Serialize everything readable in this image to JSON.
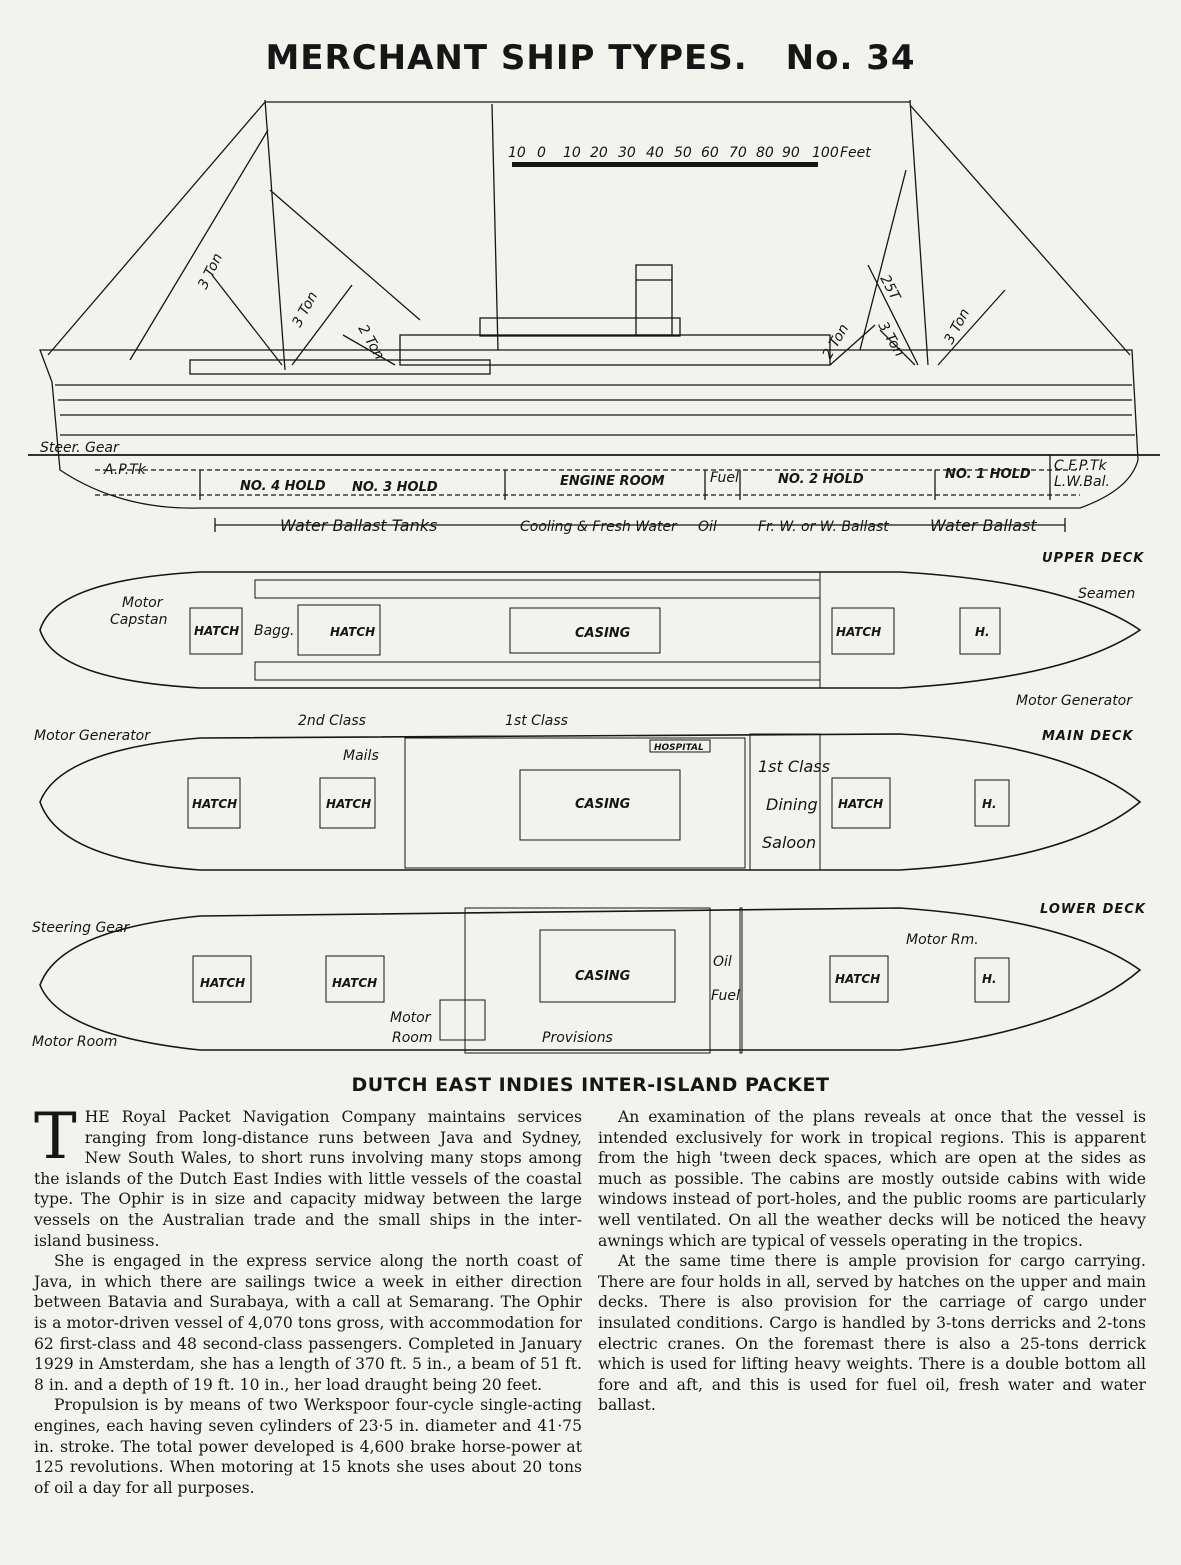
{
  "title": "MERCHANT SHIP TYPES.",
  "number": "No. 34",
  "scale": {
    "ticks": [
      "10",
      "0",
      "10",
      "20",
      "30",
      "40",
      "50",
      "60",
      "70",
      "80",
      "90",
      "100"
    ],
    "unit": "Feet"
  },
  "profile": {
    "derricks": [
      "3 Ton",
      "3 Ton",
      "2 Ton",
      "2 Ton",
      "3 Ton",
      "25T",
      "3 Ton"
    ],
    "labels": {
      "steer_gear": "Steer. Gear",
      "apt": "A.P.Tk",
      "hold4": "NO. 4 HOLD",
      "hold3": "NO. 3 HOLD",
      "engine_room": "ENGINE ROOM",
      "fuel": "Fuel",
      "hold2": "NO. 2 HOLD",
      "hold1": "NO. 1 HOLD",
      "fpt": "C F.P.Tk",
      "lwbal": "L.W.Bal."
    },
    "tanks": {
      "water_ballast": "Water Ballast Tanks",
      "cooling": "Cooling & Fresh Water",
      "oil": "Oil",
      "fr_ballast": "Fr. W. or W. Ballast",
      "water_ballast2": "Water Ballast"
    }
  },
  "upper_deck": {
    "name": "UPPER DECK",
    "motor": "Motor",
    "capstan": "Capstan",
    "hatch": "HATCH",
    "bagg": "Bagg.",
    "casing": "CASING",
    "h": "H.",
    "seamen": "Seamen",
    "motor_generator": "Motor Generator",
    "second_class": "2nd Class",
    "first_class": "1st Class"
  },
  "main_deck": {
    "name": "MAIN DECK",
    "motor_generator": "Motor Generator",
    "hatch": "HATCH",
    "mails": "Mails",
    "hospital": "HOSPITAL",
    "casing": "CASING",
    "first_class": "1st Class",
    "dining": "Dining",
    "saloon": "Saloon",
    "h": "H."
  },
  "lower_deck": {
    "name": "LOWER DECK",
    "steering_gear": "Steering Gear",
    "motor_room": "Motor Room",
    "hatch": "HATCH",
    "motor": "Motor",
    "room": "Room",
    "provisions": "Provisions",
    "casing": "CASING",
    "oil": "Oil",
    "fuel": "Fuel",
    "motor_rm": "Motor Rm.",
    "h": "H."
  },
  "subtitle": "DUTCH EAST INDIES INTER-ISLAND PACKET",
  "article": {
    "dropcap": "T",
    "lead": "HE",
    "p1": "Royal Packet Navigation Company maintains services ranging from long-distance runs between Java and Sydney, New South Wales, to short runs involving many stops among the islands of the Dutch East Indies with little vessels of the coastal type. The Ophir is in size and capacity midway between the large vessels on the Australian trade and the small ships in the inter-island business.",
    "p2": "She is engaged in the express service along the north coast of Java, in which there are sailings twice a week in either direction between Batavia and Surabaya, with a call at Semarang. The Ophir is a motor-driven vessel of 4,070 tons gross, with accommodation for 62 first-class and 48 second-class passengers. Completed in January 1929 in Amsterdam, she has a length of 370 ft. 5 in., a beam of 51 ft. 8 in. and a depth of 19 ft. 10 in., her load draught being 20 feet.",
    "p3": "Propulsion is by means of two Werkspoor four-cycle single-acting engines, each having seven cylinders of 23·5 in. diameter and 41·75 in. stroke. The total power developed is 4,600 brake horse-power at 125 revolutions. When motoring at 15 knots she uses about 20 tons of oil a day for all purposes.",
    "p4": "An examination of the plans reveals at once that the vessel is intended exclusively for work in tropical regions. This is apparent from the high 'tween deck spaces, which are open at the sides as much as possible. The cabins are mostly outside cabins with wide windows instead of port-holes, and the public rooms are particularly well ventilated. On all the weather decks will be noticed the heavy awnings which are typical of vessels operating in the tropics.",
    "p5": "At the same time there is ample provision for cargo carrying. There are four holds in all, served by hatches on the upper and main decks. There is also provision for the carriage of cargo under insulated conditions. Cargo is handled by 3-tons derricks and 2-tons electric cranes. On the foremast there is also a 25-tons derrick which is used for lifting heavy weights. There is a double bottom all fore and aft, and this is used for fuel oil, fresh water and water ballast."
  }
}
